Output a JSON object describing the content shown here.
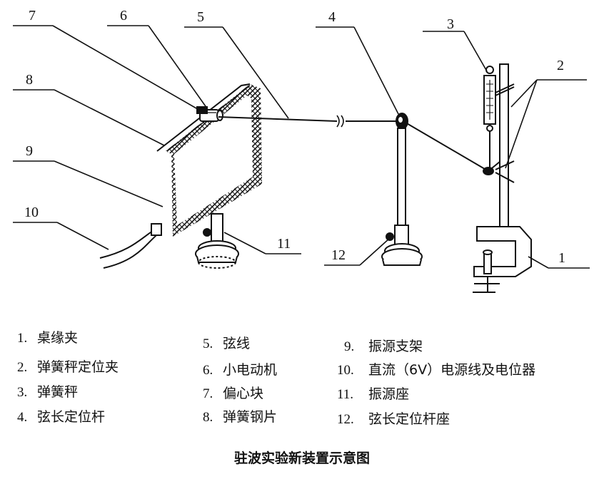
{
  "callouts": [
    "1",
    "2",
    "3",
    "4",
    "5",
    "6",
    "7",
    "8",
    "9",
    "10",
    "11",
    "12"
  ],
  "legend": [
    {
      "num": "1.",
      "text": "桌缘夹"
    },
    {
      "num": "2.",
      "text": "弹簧秤定位夹"
    },
    {
      "num": "3.",
      "text": "弹簧秤"
    },
    {
      "num": "4.",
      "text": "弦长定位杆"
    },
    {
      "num": "5.",
      "text": "弦线"
    },
    {
      "num": "6.",
      "text": "小电动机"
    },
    {
      "num": "7.",
      "text": "偏心块"
    },
    {
      "num": "8.",
      "text": "弹簧钢片"
    },
    {
      "num": "9.",
      "text": "振源支架"
    },
    {
      "num": "10.",
      "text": "直流（6V）电源线及电位器"
    },
    {
      "num": "11.",
      "text": "振源座"
    },
    {
      "num": "12.",
      "text": "弦长定位杆座"
    }
  ],
  "caption": "驻波实验新装置示意图"
}
